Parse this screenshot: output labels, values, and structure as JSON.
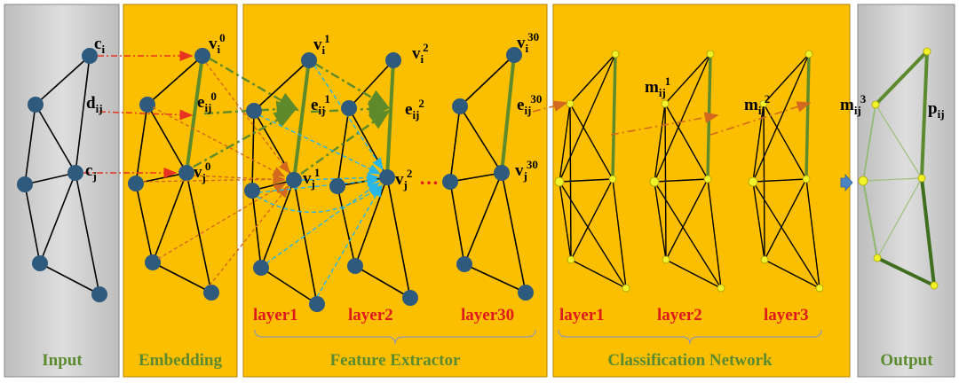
{
  "colors": {
    "gray_panel": "#c9c9c9",
    "orange_panel": "#fcbf00",
    "node_blue": "#2e5a7e",
    "node_yellow": "#f2f22a",
    "caption_green": "#5c8a2e",
    "layer_red": "#e01a1a",
    "edge_green": "#5f8a2c",
    "arrow_red": "#e63322",
    "arrow_orange": "#d2691e",
    "arrow_cyan": "#27b6e6",
    "block_arrow": "#4a84c4"
  },
  "panels": {
    "input": "Input",
    "embedding": "Embedding",
    "feature": "Feature Extractor",
    "classification": "Classification Network",
    "output": "Output"
  },
  "layer_labels": {
    "feature": [
      "layer1",
      "layer2",
      "layer30"
    ],
    "classification": [
      "layer1",
      "layer2",
      "layer3"
    ]
  },
  "symbols": {
    "input": [
      {
        "base": "c",
        "sub": "i",
        "sup": ""
      },
      {
        "base": "d",
        "sub": "ij",
        "sup": ""
      },
      {
        "base": "c",
        "sub": "j",
        "sup": ""
      }
    ],
    "embedding": [
      {
        "base": "v",
        "sub": "i",
        "sup": "0"
      },
      {
        "base": "e",
        "sub": "ij",
        "sup": "0"
      },
      {
        "base": "v",
        "sub": "j",
        "sup": "0"
      }
    ],
    "feature": [
      {
        "base": "v",
        "sub": "i",
        "sup": "1"
      },
      {
        "base": "e",
        "sub": "ij",
        "sup": "1"
      },
      {
        "base": "v",
        "sub": "j",
        "sup": "1"
      },
      {
        "base": "v",
        "sub": "i",
        "sup": "2"
      },
      {
        "base": "e",
        "sub": "ij",
        "sup": "2"
      },
      {
        "base": "v",
        "sub": "j",
        "sup": "2"
      },
      {
        "base": "v",
        "sub": "i",
        "sup": "30"
      },
      {
        "base": "e",
        "sub": "ij",
        "sup": "30"
      },
      {
        "base": "v",
        "sub": "j",
        "sup": "30"
      }
    ],
    "classification": [
      {
        "base": "m",
        "sub": "ij",
        "sup": "1"
      },
      {
        "base": "m",
        "sub": "ij",
        "sup": "2"
      },
      {
        "base": "m",
        "sub": "ij",
        "sup": "3"
      }
    ],
    "output": [
      {
        "base": "p",
        "sub": "ij",
        "sup": ""
      }
    ]
  },
  "ellipsis": "…"
}
